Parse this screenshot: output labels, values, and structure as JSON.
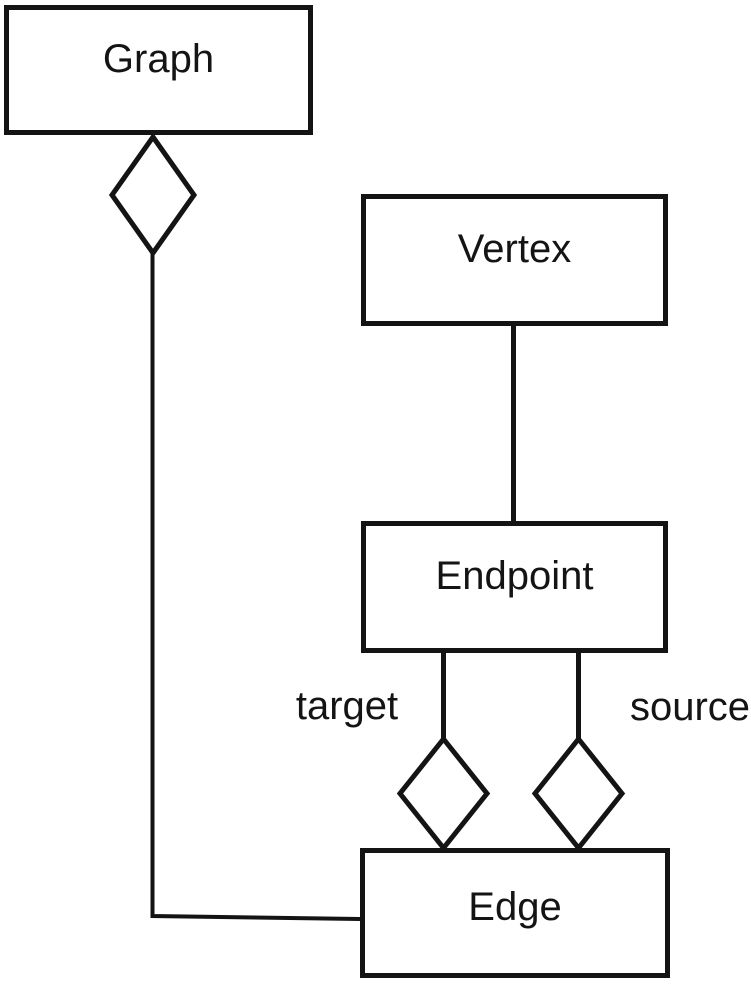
{
  "diagram": {
    "type": "uml-class-diagram",
    "background_color": "#ffffff",
    "stroke_color": "#141414",
    "text_color": "#141414",
    "nodes": [
      {
        "id": "graph",
        "label": "Graph"
      },
      {
        "id": "vertex",
        "label": "Vertex"
      },
      {
        "id": "endpoint",
        "label": "Endpoint"
      },
      {
        "id": "edge",
        "label": "Edge"
      }
    ],
    "connectors": [
      {
        "from": "edge",
        "to": "graph",
        "type": "aggregation",
        "diamond_at": "graph",
        "label": ""
      },
      {
        "from": "vertex",
        "to": "endpoint",
        "type": "association",
        "label": ""
      },
      {
        "from": "endpoint",
        "to": "edge",
        "type": "aggregation",
        "diamond_at": "edge",
        "label": "target"
      },
      {
        "from": "endpoint",
        "to": "edge",
        "type": "aggregation",
        "diamond_at": "edge",
        "label": "source"
      }
    ]
  }
}
